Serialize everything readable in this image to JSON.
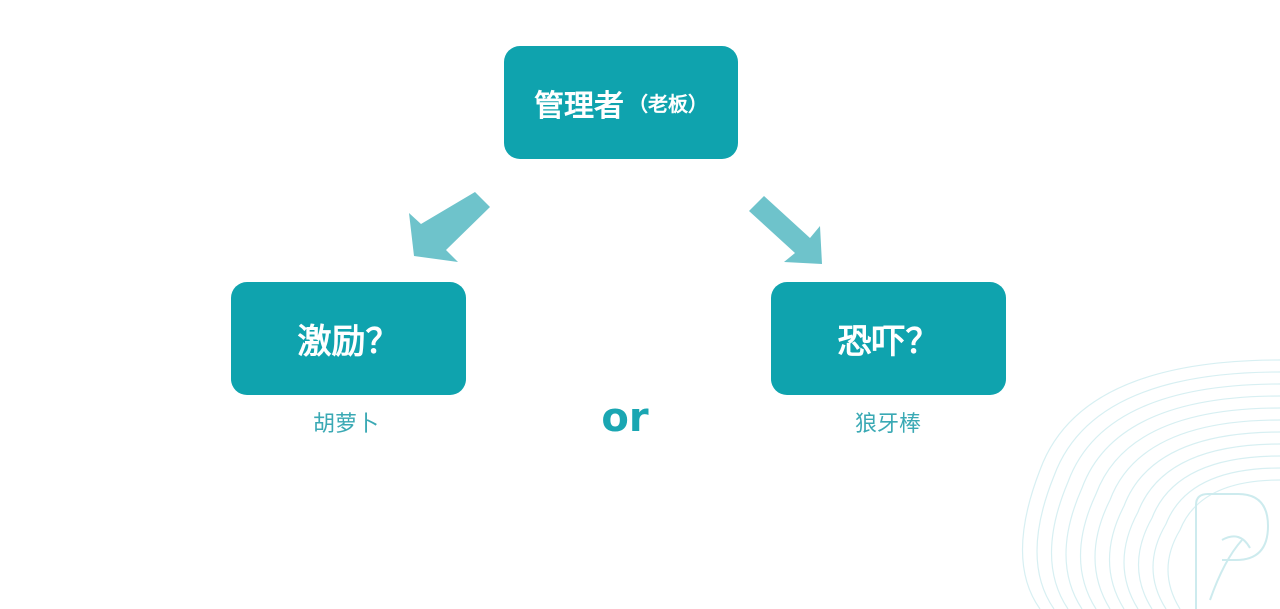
{
  "colors": {
    "node_fill": "#0fa3ae",
    "arrow_fill": "#6ec3cb",
    "caption_text": "#3aa9b4",
    "or_text": "#1aa6b2",
    "watermark": "#d3eef1"
  },
  "top_node": {
    "title": "管理者",
    "subtitle": "（老板）"
  },
  "left_node": {
    "title": "激励？",
    "caption": "胡萝卜"
  },
  "right_node": {
    "title": "恐吓？",
    "caption": "狼牙棒"
  },
  "connector": {
    "label": "or"
  },
  "icons": {
    "left_arrow": "arrow-down-left-icon",
    "right_arrow": "arrow-down-right-icon",
    "watermark": "logo-watermark-icon"
  }
}
